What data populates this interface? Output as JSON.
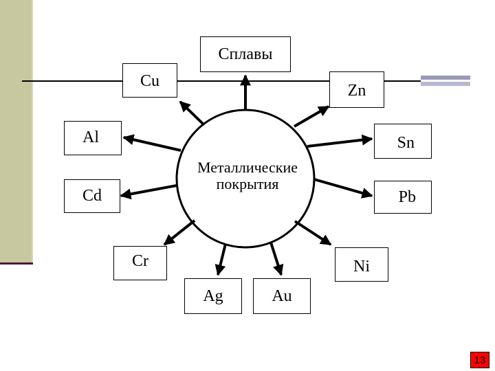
{
  "diagram": {
    "center": "Металлические\nпокрытия",
    "nodes": {
      "alloys": "Сплавы",
      "cu": "Cu",
      "zn": "Zn",
      "al": "Al",
      "sn": "Sn",
      "cd": "Cd",
      "pb": "Pb",
      "cr": "Cr",
      "ni": "Ni",
      "ag": "Ag",
      "au": "Au"
    }
  },
  "slide": {
    "page_number": "13"
  },
  "colors": {
    "sidebar": "#c8c8a0",
    "sidebar_line": "#4a1a3a",
    "page_badge": "#ff0000"
  }
}
